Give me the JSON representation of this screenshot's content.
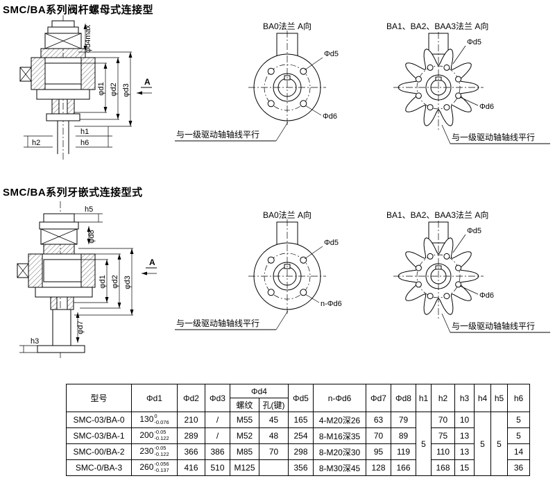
{
  "section1": {
    "title": "SMC/BA系列阀杆螺母式连接型",
    "drawing": {
      "d4max": "φd4max",
      "d1": "φd1",
      "d2": "φd2",
      "d3": "φd3",
      "section_arrow": "A",
      "h1": "h1",
      "h2": "h2",
      "h6": "h6"
    },
    "flange_ba0": {
      "title": "BA0法兰 A向",
      "d5": "Φd5",
      "d6": "Φd6",
      "note": "与一级驱动轴轴线平行"
    },
    "flange_ba123": {
      "title": "BA1、BA2、BAA3法兰 A向",
      "d5": "Φd5",
      "d6": "Φd6",
      "note": "与一级驱动轴轴线平行"
    }
  },
  "section2": {
    "title": "SMC/BA系列牙嵌式连接型式",
    "drawing": {
      "h5": "h5",
      "d8": "φd8",
      "d1": "φd1",
      "d2": "φd2",
      "d3": "φd3",
      "section_arrow": "A",
      "d7": "φd7",
      "h3": "h3"
    },
    "flange_ba0": {
      "title": "BA0法兰 A向",
      "d5": "Φd5",
      "d6": "n-Φd6",
      "note": "与一级驱动轴轴线平行"
    },
    "flange_ba123": {
      "title": "BA1、BA2、BAA3法兰 A向",
      "d5": "Φd5",
      "d6": "Φd6",
      "note": "与一级驱动轴轴线平行"
    }
  },
  "table": {
    "headers": {
      "model": "型号",
      "d1": "Φd1",
      "d2": "Φd2",
      "d3": "Φd3",
      "d4": "Φd4",
      "d4_thread": "螺纹",
      "d4_hole": "孔(键)",
      "d5": "Φd5",
      "d6": "n-Φd6",
      "d7": "Φd7",
      "d8": "Φd8",
      "h1": "h1",
      "h2": "h2",
      "h3": "h3",
      "h4": "h4",
      "h5": "h5",
      "h6": "h6"
    },
    "merged": {
      "h1": "5",
      "h4": "5",
      "h5": "5"
    },
    "rows": [
      {
        "model": "SMC-03/BA-0",
        "d1": "130",
        "d1_tol_sup": "0",
        "d1_tol_sub": "-0.076",
        "d2": "210",
        "d3": "/",
        "d4_thread": "M55",
        "d4_hole": "45",
        "d5": "165",
        "d6": "4-M20深26",
        "d7": "63",
        "d8": "79",
        "h2": "70",
        "h3": "10",
        "h6": "5"
      },
      {
        "model": "SMC-03/BA-1",
        "d1": "200",
        "d1_tol_sup": "-0.05",
        "d1_tol_sub": "-0.122",
        "d2": "289",
        "d3": "/",
        "d4_thread": "M52",
        "d4_hole": "48",
        "d5": "254",
        "d6": "8-M16深35",
        "d7": "70",
        "d8": "89",
        "h2": "75",
        "h3": "13",
        "h6": "5"
      },
      {
        "model": "SMC-00/BA-2",
        "d1": "230",
        "d1_tol_sup": "-0.05",
        "d1_tol_sub": "-0.122",
        "d2": "366",
        "d3": "386",
        "d4_thread": "M85",
        "d4_hole": "70",
        "d5": "298",
        "d6": "8-M20深30",
        "d7": "95",
        "d8": "119",
        "h2": "110",
        "h3": "13",
        "h6": "14"
      },
      {
        "model": "SMC-0/BA-3",
        "d1": "260",
        "d1_tol_sup": "-0.056",
        "d1_tol_sub": "-0.137",
        "d2": "416",
        "d3": "510",
        "d4_thread": "M125",
        "d4_hole": "",
        "d5": "356",
        "d6": "8-M30深45",
        "d7": "128",
        "d8": "166",
        "h2": "168",
        "h3": "15",
        "h6": "36"
      }
    ]
  }
}
